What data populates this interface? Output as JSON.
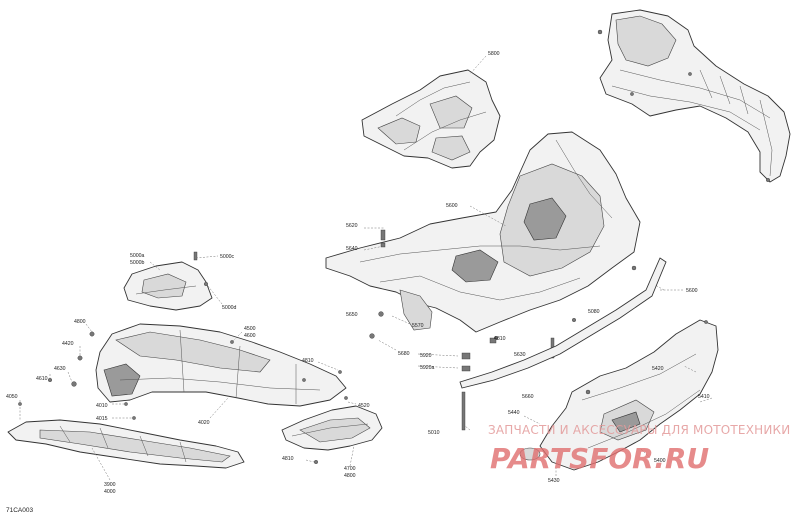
{
  "diagram": {
    "code": "71CA003",
    "callouts": {
      "c5800": "5800",
      "c5600": "5600",
      "c5620": "5620",
      "c5640": "5640",
      "c5000a": "5000a",
      "c5000b": "5000b",
      "c5000c": "5000c",
      "c5000d": "5000d",
      "c5600r": "5600",
      "c5650": "5650",
      "c5570": "5570",
      "c5680": "5680",
      "c5920": "5920",
      "c5920a": "5920a",
      "c4810": "4810",
      "c5630": "5630",
      "c5080": "5080",
      "c4800": "4800",
      "c4420": "4420",
      "c4630": "4630",
      "c4610": "4610",
      "c4050": "4050",
      "c4500": "4500",
      "c4600": "4600",
      "c4810b": "4810",
      "c4010": "4010",
      "c4015": "4015",
      "c4020": "4020",
      "c4520": "4520",
      "c5660": "5660",
      "c5420": "5420",
      "c5410": "5410",
      "c5440": "5440",
      "c5010": "5010",
      "c5400": "5400",
      "c5430": "5430",
      "c4810c": "4810",
      "c4700": "4700",
      "c4800b": "4800",
      "c3900": "3900",
      "c4000": "4000"
    }
  },
  "watermark": {
    "line1": "ЗАПЧАСТИ И АКСЕССУАРЫ ДЛЯ МОТОТЕХНИКИ",
    "logo": "PARTSFOR.RU",
    "color": "#e06f6f"
  }
}
